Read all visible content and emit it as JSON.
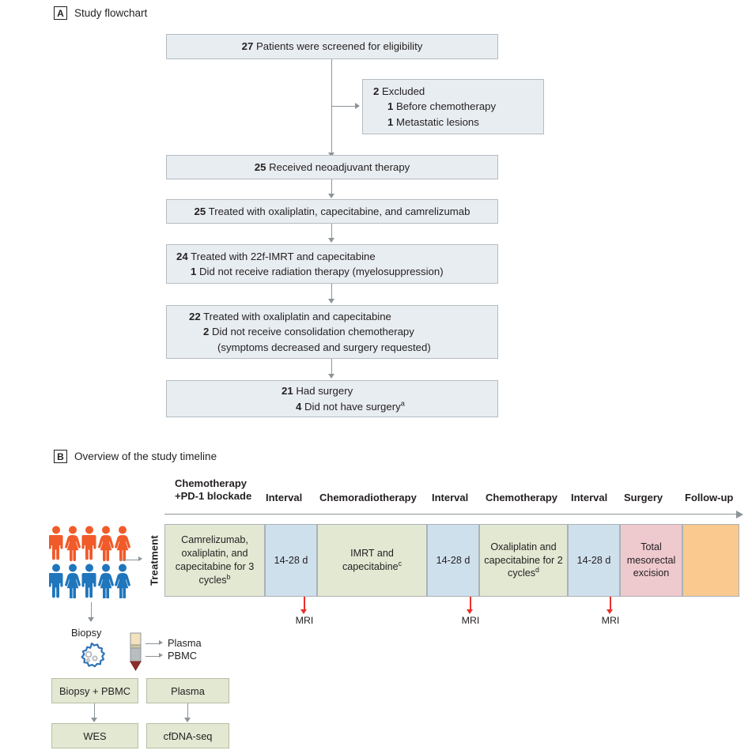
{
  "figure": {
    "panels": [
      {
        "letter": "A",
        "title": "Study flowchart"
      },
      {
        "letter": "B",
        "title": "Overview of the study timeline"
      }
    ]
  },
  "flowchart": {
    "boxes": [
      {
        "id": "screened",
        "align": "center",
        "lines": [
          {
            "num": "27",
            "text": "Patients were screened for eligibility",
            "indent": 1
          }
        ]
      },
      {
        "id": "excluded",
        "align": "left",
        "lines": [
          {
            "num": "2",
            "text": "Excluded",
            "indent": 1
          },
          {
            "num": "1",
            "text": "Before chemotherapy",
            "indent": 2
          },
          {
            "num": "1",
            "text": "Metastatic lesions",
            "indent": 2
          }
        ]
      },
      {
        "id": "received-neoadjuvant",
        "align": "center",
        "lines": [
          {
            "num": "25",
            "text": "Received neoadjuvant therapy",
            "indent": 1
          }
        ]
      },
      {
        "id": "treated-oxaliplatin-camrelizumab",
        "align": "center",
        "lines": [
          {
            "num": "25",
            "text": "Treated with oxaliplatin, capecitabine, and camrelizumab",
            "indent": 1
          }
        ]
      },
      {
        "id": "treated-imrt",
        "align": "left",
        "lines": [
          {
            "num": "24",
            "text": "Treated with 22f-IMRT and capecitabine",
            "indent": 1
          },
          {
            "num": "1",
            "text": "Did not receive radiation therapy (myelosuppression)",
            "indent": 2
          }
        ]
      },
      {
        "id": "treated-consolidation",
        "align": "left",
        "lines": [
          {
            "num": "22",
            "text": "Treated with oxaliplatin and capecitabine",
            "indent": 1
          },
          {
            "num": "2",
            "text": "Did not receive consolidation chemotherapy",
            "indent": 2
          },
          {
            "num": "",
            "text": "(symptoms decreased and surgery requested)",
            "indent": 3
          }
        ]
      },
      {
        "id": "surgery",
        "align": "left",
        "lines": [
          {
            "num": "21",
            "text": "Had surgery",
            "indent": 2
          },
          {
            "num": "4",
            "text": "Did not have surgery",
            "sup": "a",
            "indent": 3
          }
        ]
      }
    ]
  },
  "timeline": {
    "headers": [
      {
        "id": "chemo-pd1",
        "line1": "Chemotherapy",
        "line2": "+PD-1 blockade"
      },
      {
        "id": "interval-1",
        "line1": "",
        "line2": "Interval"
      },
      {
        "id": "chemoradiotherapy",
        "line1": "",
        "line2": "Chemoradiotherapy"
      },
      {
        "id": "interval-2",
        "line1": "",
        "line2": "Interval"
      },
      {
        "id": "chemotherapy",
        "line1": "",
        "line2": "Chemotherapy"
      },
      {
        "id": "interval-3",
        "line1": "",
        "line2": "Interval"
      },
      {
        "id": "surgery",
        "line1": "",
        "line2": "Surgery"
      },
      {
        "id": "follow-up",
        "line1": "",
        "line2": "Follow-up"
      }
    ],
    "row_label": "Treatment",
    "cells": [
      {
        "id": "cell-chemo-pd1",
        "text": "Camrelizumab, oxaliplatin, and capecitabine for 3 cycles",
        "sup": "b",
        "color": "#e2e8d2"
      },
      {
        "id": "cell-interval-1",
        "text": "14-28 d",
        "sup": "",
        "color": "#cfe0ed"
      },
      {
        "id": "cell-chemoradiotherapy",
        "text": "IMRT and capecitabine",
        "sup": "c",
        "color": "#e2e8d2"
      },
      {
        "id": "cell-interval-2",
        "text": "14-28 d",
        "sup": "",
        "color": "#cfe0ed"
      },
      {
        "id": "cell-chemotherapy",
        "text": "Oxaliplatin and capecitabine for 2 cycles",
        "sup": "d",
        "color": "#e2e8d2"
      },
      {
        "id": "cell-interval-3",
        "text": "14-28 d",
        "sup": "",
        "color": "#cfe0ed"
      },
      {
        "id": "cell-surgery",
        "text": "Total mesorectal excision",
        "sup": "",
        "color": "#eec9ce"
      },
      {
        "id": "cell-follow-up",
        "text": "",
        "sup": "",
        "color": "#f9c98f"
      }
    ],
    "mri_markers": [
      {
        "label": "MRI"
      },
      {
        "label": "MRI"
      },
      {
        "label": "MRI"
      }
    ],
    "mri_color": "#e8302a"
  },
  "workflow": {
    "biopsy_label": "Biopsy",
    "tube_outputs": [
      {
        "label": "Plasma"
      },
      {
        "label": "PBMC"
      }
    ],
    "boxes": [
      {
        "id": "biopsy-pbmc",
        "label": "Biopsy + PBMC"
      },
      {
        "id": "plasma",
        "label": "Plasma"
      },
      {
        "id": "wes",
        "label": "WES"
      },
      {
        "id": "cfdna-seq",
        "label": "cfDNA-seq"
      }
    ],
    "people": {
      "row_orange_color": "#f15a29",
      "row_blue_color": "#1f76bc",
      "row_orange_sexes": [
        "m",
        "f",
        "m",
        "f",
        "f"
      ],
      "row_blue_sexes": [
        "m",
        "f",
        "m",
        "f",
        "f"
      ]
    }
  },
  "colors": {
    "flow_box_fill": "#e8edf1",
    "flow_box_border": "#b4bcc1",
    "green_fill": "#e2e8d2",
    "blue_fill": "#cfe0ed",
    "pink_fill": "#eec9ce",
    "orange_fill": "#f9c98f",
    "line": "#8c9499",
    "text": "#231f20"
  }
}
